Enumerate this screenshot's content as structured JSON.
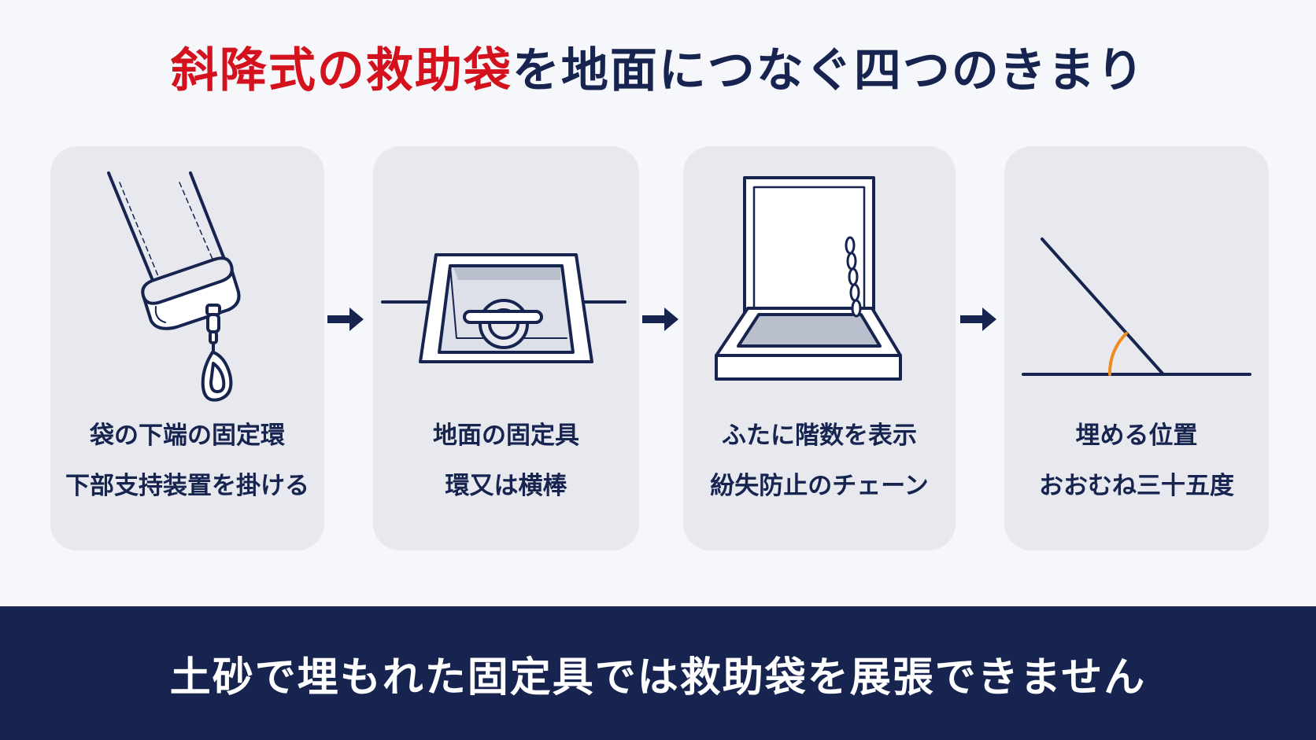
{
  "title": {
    "accent": "斜降式の救助袋",
    "rest": "を地面につなぐ四つのきまり"
  },
  "steps": [
    {
      "line1": "袋の下端の固定環",
      "line2": "下部支持装置を掛ける",
      "icon": "bag-hook-icon"
    },
    {
      "line1": "地面の固定具",
      "line2": "環又は横棒",
      "icon": "ground-anchor-box-icon"
    },
    {
      "line1": "ふたに階数を表示",
      "line2": "紛失防止のチェーン",
      "icon": "lid-chain-box-icon"
    },
    {
      "line1": "埋める位置",
      "line2": "おおむね三十五度",
      "icon": "angle-icon"
    }
  ],
  "footer": {
    "text": "土砂で埋もれた固定具では救助袋を展張できません"
  },
  "colors": {
    "navy": "#16244f",
    "red": "#d4121e",
    "orange": "#f08a1c",
    "card": "#e7e9ef",
    "background": "#f6f7fa"
  }
}
